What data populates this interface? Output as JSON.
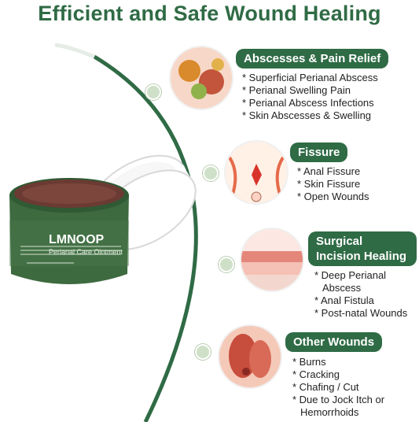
{
  "title": "Efficient and Safe Wound Healing",
  "product": {
    "brand": "LMNOOP",
    "subtitle": "Perianal Care Ointment"
  },
  "sections": [
    {
      "heading": "Abscesses & Pain Relief",
      "items": [
        "Superficial Perianal Abscess",
        "Perianal Swelling Pain",
        "Perianal Abscess Infections",
        "Skin Abscesses & Swelling"
      ]
    },
    {
      "heading": "Fissure",
      "items": [
        "Anal Fissure",
        "Skin Fissure",
        "Open Wounds"
      ]
    },
    {
      "heading": "Surgical Incision Healing",
      "items": [
        "Deep Perianal Abscess",
        "Anal Fistula",
        "Post-natal Wounds"
      ]
    },
    {
      "heading": "Other Wounds",
      "items": [
        "Burns",
        "Cracking",
        "Chafing / Cut",
        "Due to Jock Itch or Hemorrhoids"
      ]
    }
  ],
  "colors": {
    "accent": "#2f6b45",
    "dot": "#cfe0c8"
  }
}
